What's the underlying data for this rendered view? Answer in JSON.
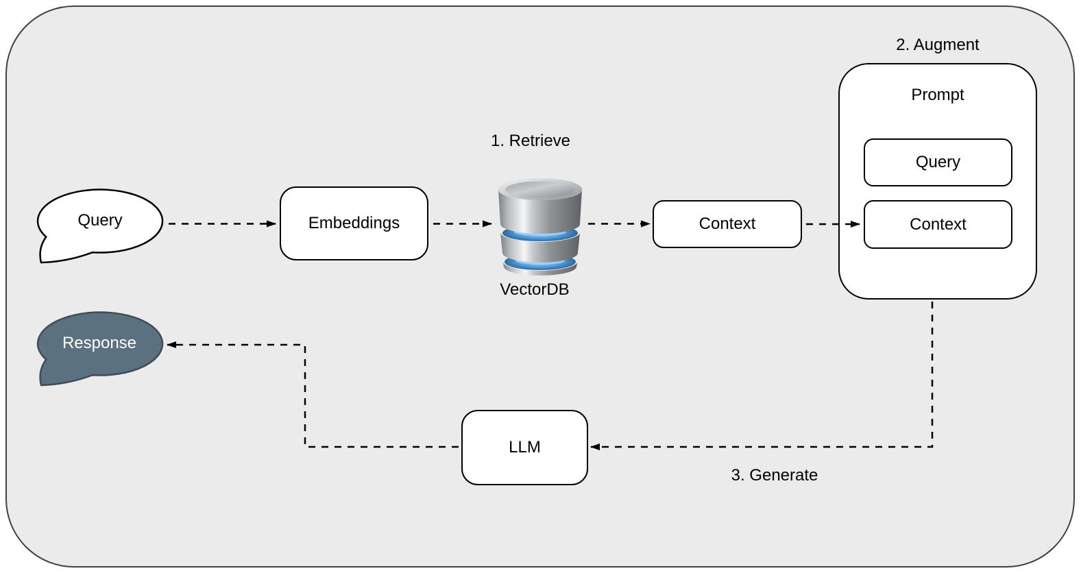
{
  "colors": {
    "canvas_background": "#ffffff",
    "container_fill": "#ebebeb",
    "container_border": "#3b4245",
    "node_fill": "#ffffff",
    "node_border": "#000000",
    "connector": "#000000",
    "response_bubble_fill": "#5b7180",
    "response_bubble_border": "#3f4c55",
    "response_text": "#ffffff",
    "db_icon_silver": "#9aa0a4",
    "db_icon_blue": "#4a9de0"
  },
  "nodes": {
    "query_bubble": {
      "label": "Query",
      "shape": "speech-bubble"
    },
    "embeddings": {
      "label": "Embeddings",
      "shape": "rounded-rect"
    },
    "vectordb": {
      "label": "VectorDB",
      "icon": "database-icon"
    },
    "context": {
      "label": "Context",
      "shape": "rounded-rect"
    },
    "prompt": {
      "label": "Prompt",
      "shape": "rounded-rect-container"
    },
    "prompt_query": {
      "label": "Query",
      "shape": "rounded-rect"
    },
    "prompt_context": {
      "label": "Context",
      "shape": "rounded-rect"
    },
    "llm": {
      "label": "LLM",
      "shape": "rounded-rect"
    },
    "response_bubble": {
      "label": "Response",
      "shape": "speech-bubble"
    }
  },
  "steps": {
    "retrieve": {
      "label": "1. Retrieve"
    },
    "augment": {
      "label": "2. Augment"
    },
    "generate": {
      "label": "3. Generate"
    }
  },
  "edges": [
    {
      "from": "query_bubble",
      "to": "embeddings",
      "style": "dashed-arrow"
    },
    {
      "from": "embeddings",
      "to": "vectordb",
      "style": "dashed-arrow"
    },
    {
      "from": "vectordb",
      "to": "context",
      "style": "dashed-arrow"
    },
    {
      "from": "context",
      "to": "prompt_context",
      "style": "dashed-arrow"
    },
    {
      "from": "prompt",
      "to": "llm",
      "style": "dashed-arrow"
    },
    {
      "from": "llm",
      "to": "response_bubble",
      "style": "dashed-arrow"
    }
  ]
}
